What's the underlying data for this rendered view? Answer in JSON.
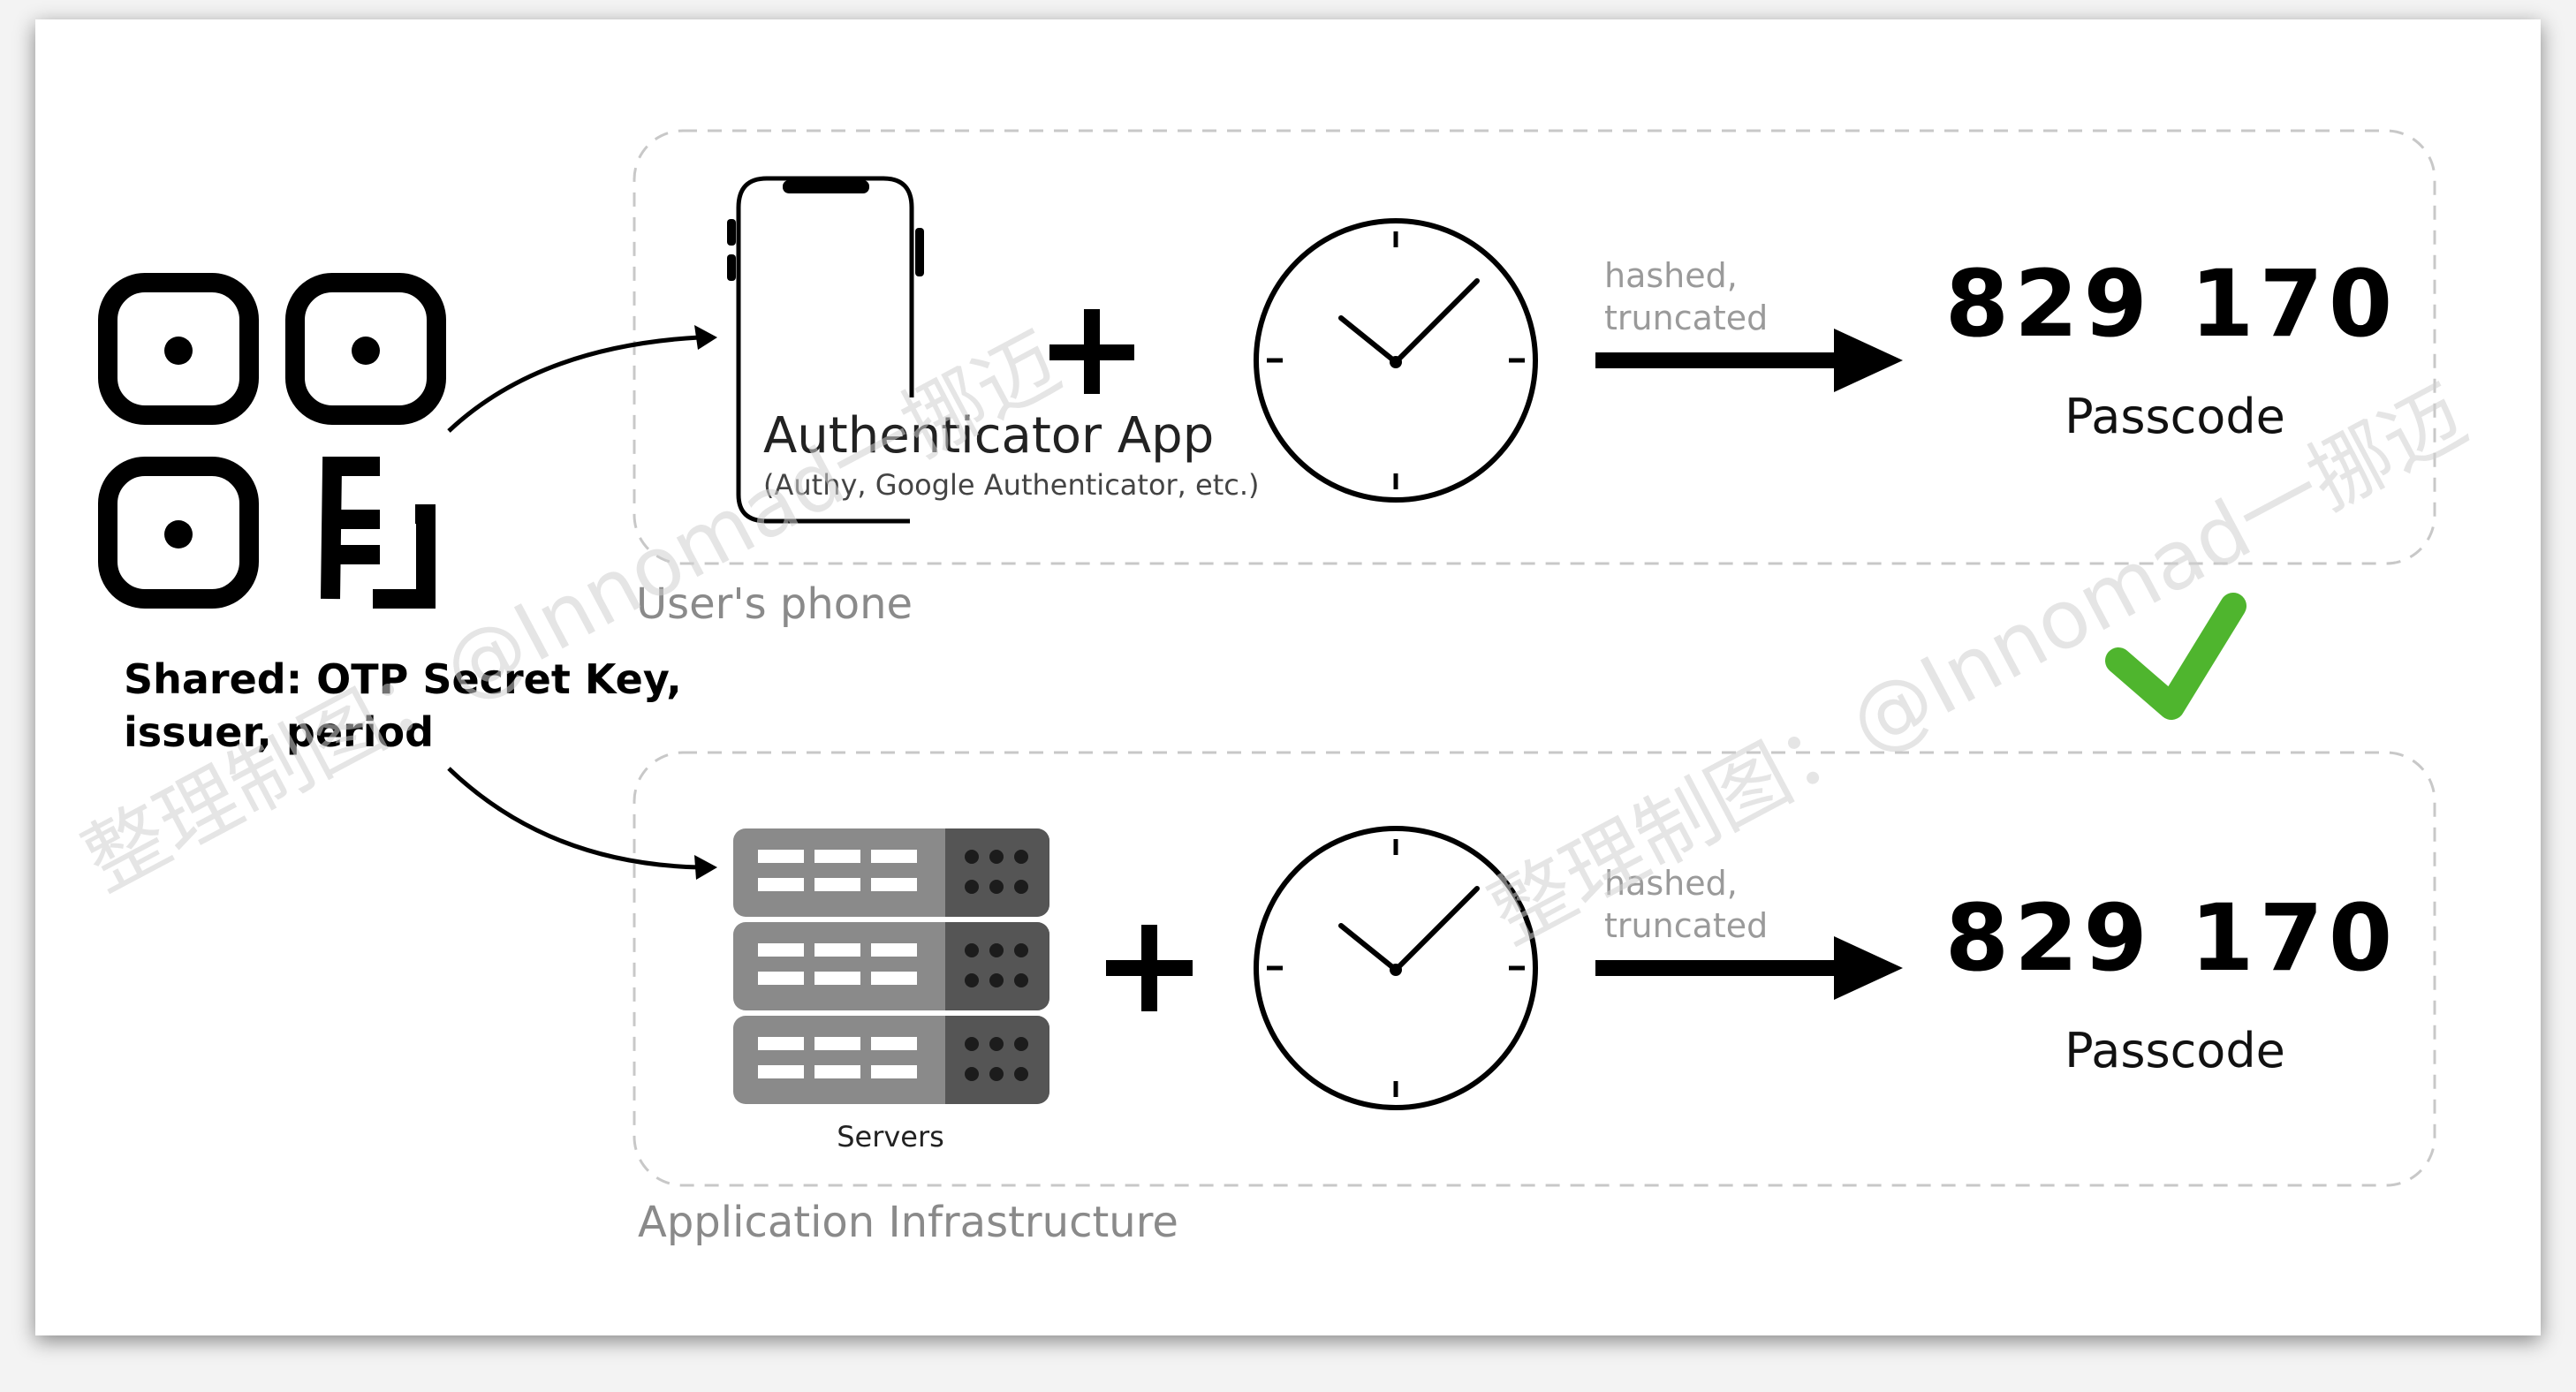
{
  "shared": {
    "line1": "Shared: OTP Secret Key,",
    "line2": "issuer, period"
  },
  "phone_row": {
    "container_label": "User's phone",
    "app_title": "Authenticator App",
    "app_subtitle": "(Authy, Google Authenticator, etc.)",
    "plus": "+",
    "arrow_label_1": "hashed,",
    "arrow_label_2": "truncated",
    "code": "829 170",
    "code_label": "Passcode"
  },
  "server_row": {
    "container_label": "Application Infrastructure",
    "servers_label": "Servers",
    "plus": "+",
    "arrow_label_1": "hashed,",
    "arrow_label_2": "truncated",
    "code": "829 170",
    "code_label": "Passcode"
  },
  "watermark": {
    "text": "整理制图：@Innomad一挪迈"
  },
  "colors": {
    "check": "#4fb52e",
    "ink": "#111111",
    "muted": "#9a9a9a",
    "server": "#8a8a8a",
    "server_dark": "#555555"
  },
  "icons": [
    "qr-code-icon",
    "phone-icon",
    "clock-icon",
    "server-stack-icon",
    "checkmark-icon"
  ]
}
